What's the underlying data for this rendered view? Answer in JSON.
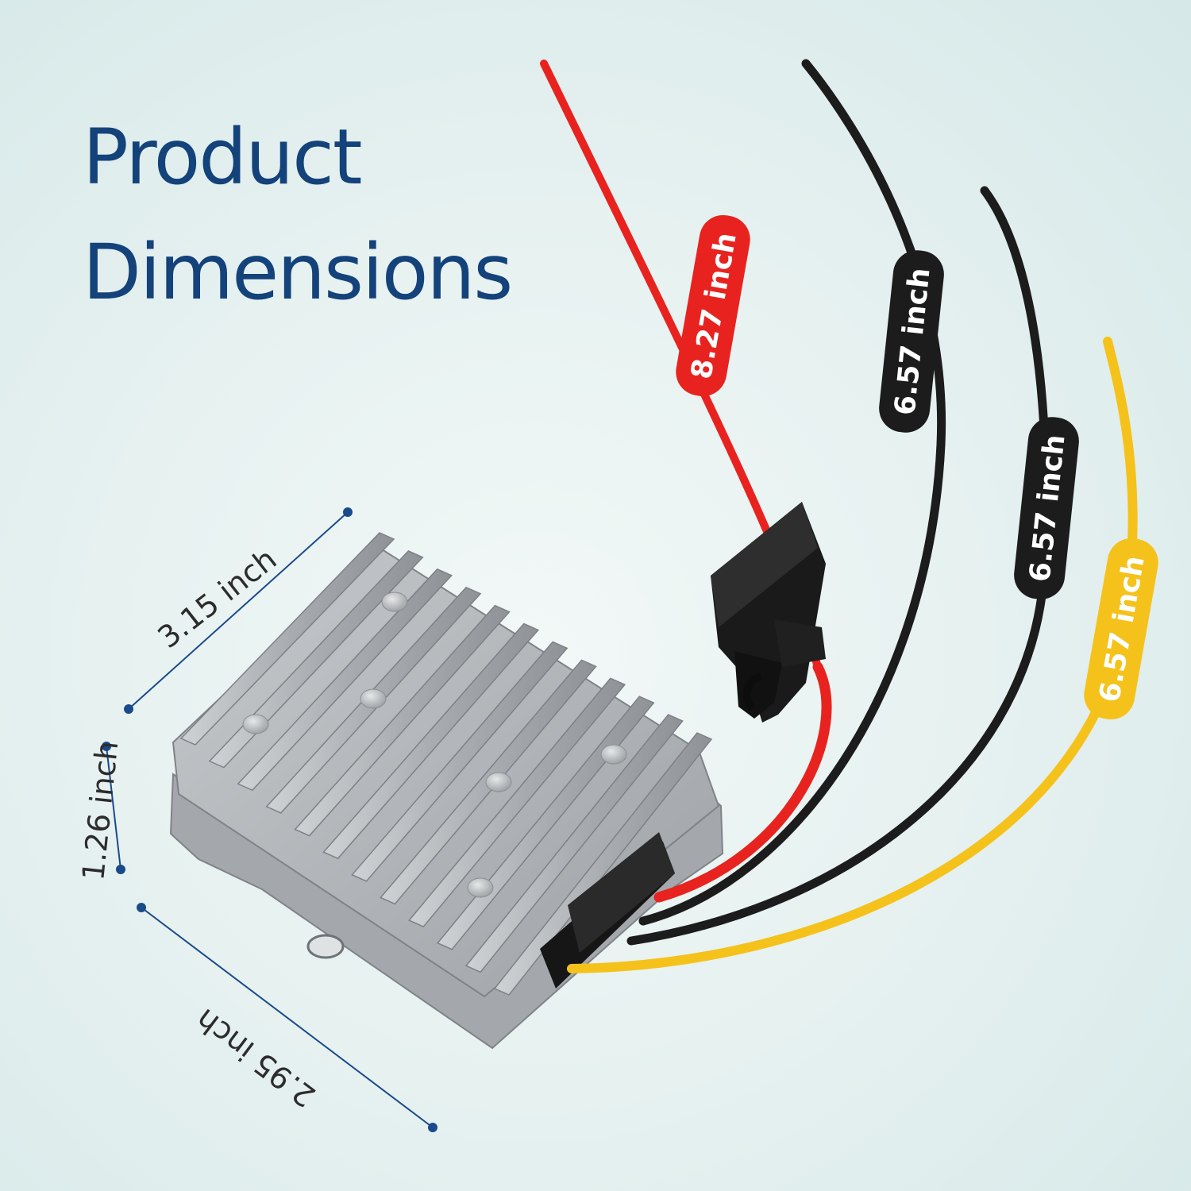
{
  "title": {
    "line1": "Product",
    "line2": "Dimensions"
  },
  "dimensions": {
    "length": "3.15 inch",
    "height": "1.26 inch",
    "width": "2.95 inch"
  },
  "wires": [
    {
      "color_name": "red",
      "color": "#e8231f",
      "length_label": "8.27 inch"
    },
    {
      "color_name": "black",
      "color": "#1c1c1c",
      "length_label": "6.57 inch"
    },
    {
      "color_name": "black",
      "color": "#1c1c1c",
      "length_label": "6.57 inch"
    },
    {
      "color_name": "yellow",
      "color": "#f5c21b",
      "length_label": "6.57 inch"
    }
  ],
  "colors": {
    "title": "#14427a",
    "dimension_line": "#1a4a8a",
    "housing": "#b9bcbf"
  },
  "icons": [
    "fuse-holder",
    "converter-housing"
  ]
}
